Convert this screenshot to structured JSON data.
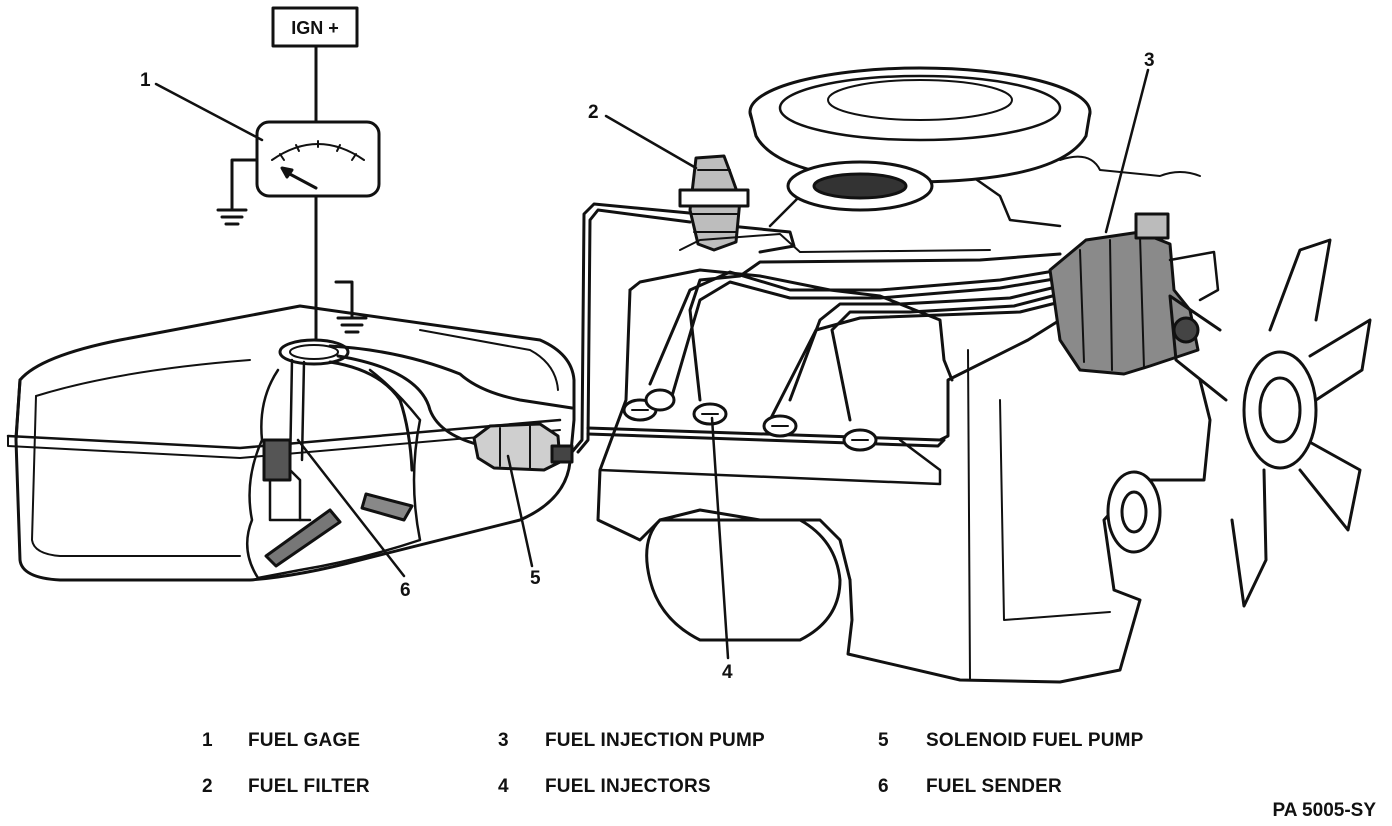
{
  "ign_label": "IGN +",
  "callouts": {
    "c1": "1",
    "c2": "2",
    "c3": "3",
    "c4": "4",
    "c5": "5",
    "c6": "6"
  },
  "legend": [
    {
      "num": "1",
      "label": "FUEL GAGE"
    },
    {
      "num": "2",
      "label": "FUEL FILTER"
    },
    {
      "num": "3",
      "label": "FUEL INJECTION PUMP"
    },
    {
      "num": "4",
      "label": "FUEL INJECTORS"
    },
    {
      "num": "5",
      "label": "SOLENOID FUEL PUMP"
    },
    {
      "num": "6",
      "label": "FUEL SENDER"
    }
  ],
  "figure_ref": "PA 5005-SY"
}
